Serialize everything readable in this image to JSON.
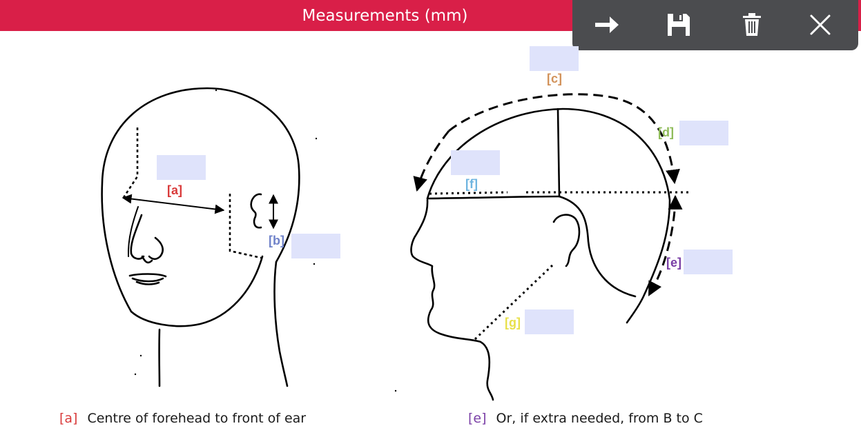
{
  "header": {
    "title": "Measurements (mm)"
  },
  "toolbar": {
    "icons": [
      "arrow-right-icon",
      "save-icon",
      "trash-icon",
      "close-icon"
    ]
  },
  "colors": {
    "header": "#d91f48",
    "toolbar": "#4b4c4f",
    "field": "#dfe3fb",
    "a": "#d93a3a",
    "b": "#6f82c9",
    "c": "#d2925a",
    "d": "#8fbc5a",
    "e": "#7a3fa6",
    "f": "#6fb5e0",
    "g": "#e8e04a"
  },
  "labels": {
    "a": "[a]",
    "b": "[b]",
    "c": "[c]",
    "d": "[d]",
    "e": "[e]",
    "f": "[f]",
    "g": "[g]"
  },
  "inputs": {
    "a": "",
    "b": "",
    "c": "",
    "d": "",
    "e": "",
    "f": "",
    "g": ""
  },
  "captions": {
    "a": {
      "tag": "[a]",
      "text": "Centre of forehead to front of ear"
    },
    "e": {
      "tag": "[e]",
      "text": "Or, if extra needed, from B to C"
    }
  }
}
